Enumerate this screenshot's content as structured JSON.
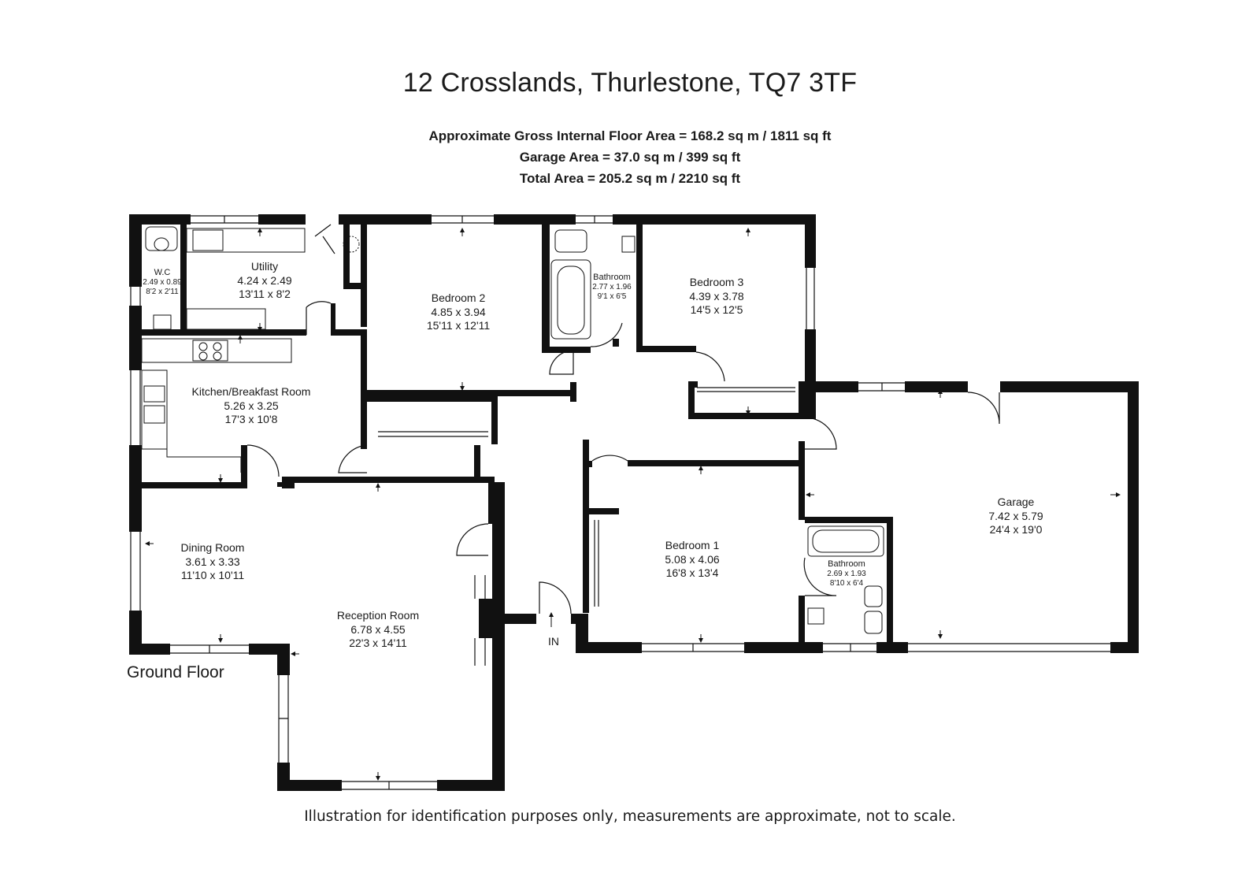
{
  "header": {
    "title": "12 Crosslands, Thurlestone, TQ7 3TF",
    "gross_internal_area": "Approximate Gross Internal Floor Area  = 168.2 sq m  / 1811 sq ft",
    "garage_area": "Garage Area = 37.0 sq m  / 399 sq ft",
    "total_area": "Total Area = 205.2 sq m  / 2210 sq ft"
  },
  "floor_label": "Ground Floor",
  "entrance_label": "IN",
  "rooms": {
    "wc": {
      "name": "W.C",
      "metric": "2.49 x 0.89",
      "imperial": "8'2 x 2'11"
    },
    "utility": {
      "name": "Utility",
      "metric": "4.24 x 2.49",
      "imperial": "13'11 x 8'2"
    },
    "bedroom2": {
      "name": "Bedroom 2",
      "metric": "4.85 x 3.94",
      "imperial": "15'11 x 12'11"
    },
    "bathroom_top": {
      "name": "Bathroom",
      "metric": "2.77 x 1.96",
      "imperial": "9'1 x 6'5"
    },
    "bedroom3": {
      "name": "Bedroom 3",
      "metric": "4.39 x 3.78",
      "imperial": "14'5 x 12'5"
    },
    "kitchen": {
      "name": "Kitchen/Breakfast Room",
      "metric": "5.26 x 3.25",
      "imperial": "17'3 x 10'8"
    },
    "garage": {
      "name": "Garage",
      "metric": "7.42 x 5.79",
      "imperial": "24'4 x 19'0"
    },
    "dining": {
      "name": "Dining Room",
      "metric": "3.61 x 3.33",
      "imperial": "11'10 x 10'11"
    },
    "bedroom1": {
      "name": "Bedroom 1",
      "metric": "5.08 x 4.06",
      "imperial": "16'8 x 13'4"
    },
    "bathroom_bed1": {
      "name": "Bathroom",
      "metric": "2.69 x 1.93",
      "imperial": "8'10 x 6'4"
    },
    "reception": {
      "name": "Reception Room",
      "metric": "6.78 x 4.55",
      "imperial": "22'3 x 14'11"
    }
  },
  "footer": {
    "disclaimer": "Illustration for identification purposes only, measurements are approximate, not to scale."
  }
}
